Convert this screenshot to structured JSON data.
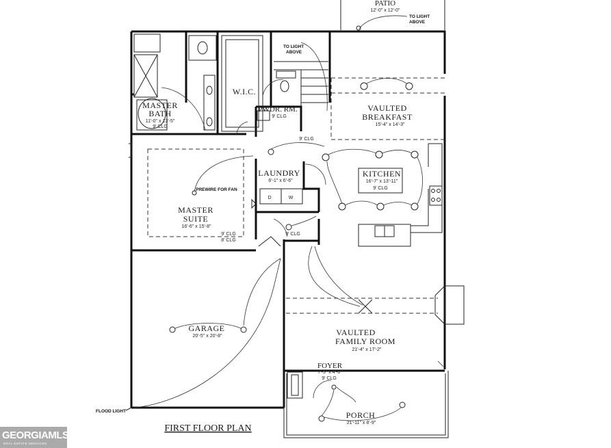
{
  "plan_title": "FIRST FLOOR PLAN",
  "rooms": {
    "patio": {
      "name": "PATIO",
      "size": "12'-0\" x 12'-0\""
    },
    "master_bath": {
      "name_line1": "MASTER",
      "name_line2": "BATH",
      "size": "11'-0\" x 13'-5\"",
      "ceiling": "9' CLG"
    },
    "wic": {
      "name": "W.I.C."
    },
    "powder": {
      "name": "PWDR. RM.",
      "ceiling": "9' CLG"
    },
    "breakfast": {
      "name_line1": "VAULTED",
      "name_line2": "BREAKFAST",
      "size": "15'-4\" x 14'-3\""
    },
    "laundry": {
      "name": "LAUNDRY",
      "size": "6'-1\" x 6'-6\"",
      "dryer": "D",
      "washer": "W"
    },
    "hall": {
      "ceiling": "9' CLG"
    },
    "kitchen": {
      "name": "KITCHEN",
      "size": "16'-7\" x 13'-11\"",
      "ceiling": "9' CLG"
    },
    "master_suite": {
      "name_line1": "MASTER",
      "name_line2": "SUITE",
      "size": "16'-6\" x 15'-8\"",
      "ceiling1": "9' CLG",
      "ceiling2": "8' CLG",
      "fan_note": "PREWIRE FOR FAN"
    },
    "entry_hall": {
      "ceiling": "9' CLG"
    },
    "garage": {
      "name": "GARAGE",
      "size": "20'-5\" x 20'-8\""
    },
    "family": {
      "name_line1": "VAULTED",
      "name_line2": "FAMILY ROOM",
      "size": "21'-4\" x 17'-2\""
    },
    "foyer": {
      "name": "FOYER",
      "size": "7'-5\" x 4'-0\"",
      "ceiling": "9' CLG"
    },
    "porch": {
      "name": "PORCH",
      "size": "21'-11\" x 8'-9\""
    }
  },
  "notes": {
    "to_light_patio_line1": "TO LIGHT",
    "to_light_patio_line2": "ABOVE",
    "to_light_stair_line1": "TO LIGHT",
    "to_light_stair_line2": "ABOVE",
    "flood_light": "FLOOD LIGHT"
  },
  "watermark": {
    "brand": "GEORGIAMLS",
    "tagline": "REAL ESTATE SERVICES"
  }
}
